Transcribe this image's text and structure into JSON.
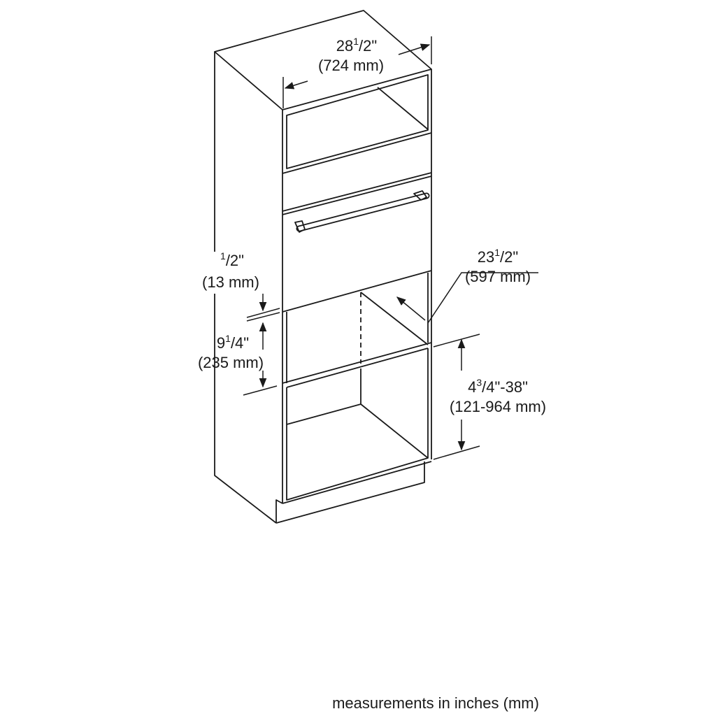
{
  "dimensions": {
    "width": {
      "whole": "28",
      "num": "1",
      "den": "/2\"",
      "metric": "(724 mm)"
    },
    "depth": {
      "whole": "23",
      "num": "1",
      "den": "/2\"",
      "metric": "(597 mm)"
    },
    "gap": {
      "whole": "",
      "num": "1",
      "den": "/2\"",
      "metric": "(13 mm)"
    },
    "drawer_height": {
      "whole": "9",
      "num": "1",
      "den": "/4\"",
      "metric": "(235 mm)"
    },
    "opening_range": {
      "whole": "4",
      "num": "3",
      "den": "/4\"-38\"",
      "metric": "(121-964 mm)"
    }
  },
  "footer": "measurements in inches (mm)",
  "colors": {
    "line": "#1a1a1a",
    "background": "#ffffff"
  }
}
